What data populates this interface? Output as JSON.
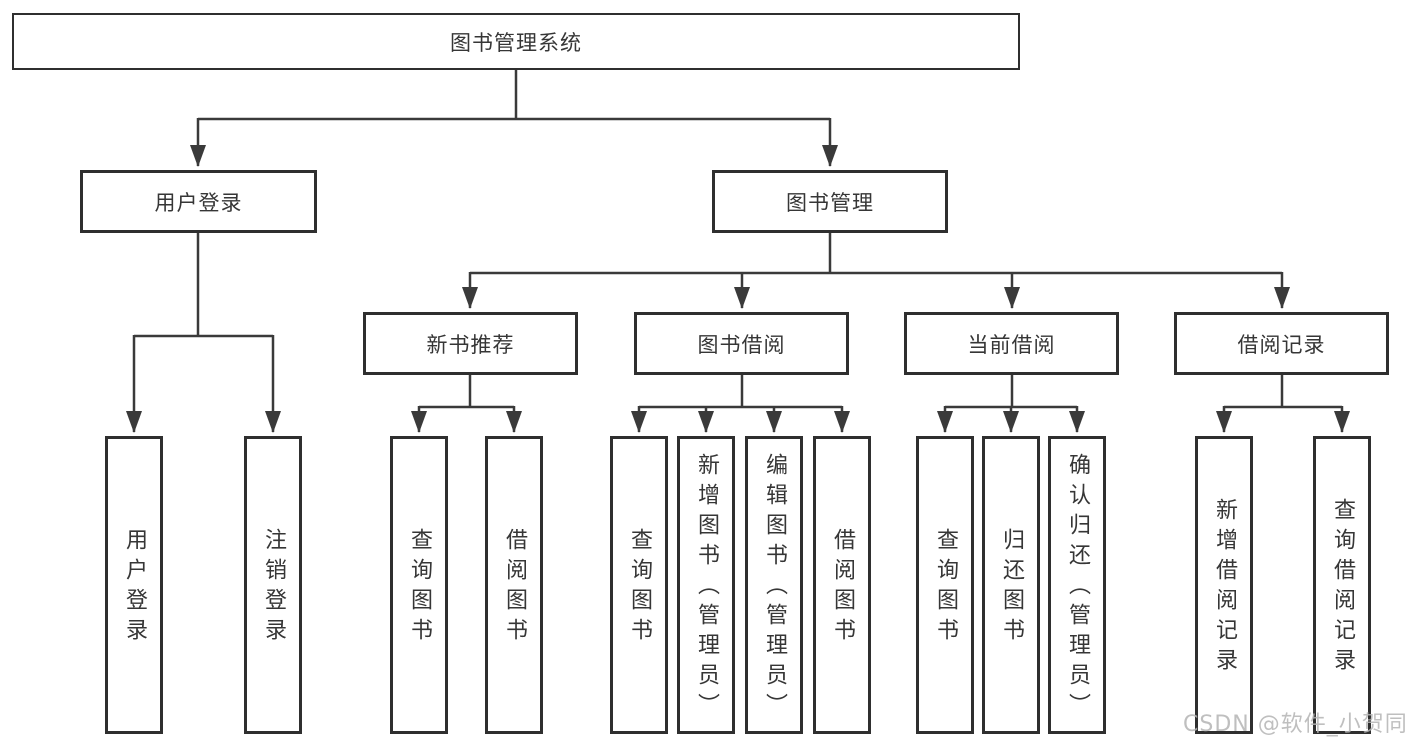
{
  "diagram": {
    "title_node": {
      "label": "图书管理系统"
    },
    "level2": [
      {
        "label": "用户登录"
      },
      {
        "label": "图书管理"
      }
    ],
    "level3": [
      {
        "label": "新书推荐",
        "parent": "图书管理"
      },
      {
        "label": "图书借阅",
        "parent": "图书管理"
      },
      {
        "label": "当前借阅",
        "parent": "图书管理"
      },
      {
        "label": "借阅记录",
        "parent": "图书管理"
      }
    ],
    "leaves": [
      {
        "label": "用户登录",
        "parent": "用户登录"
      },
      {
        "label": "注销登录",
        "parent": "用户登录"
      },
      {
        "label": "查询图书",
        "parent": "新书推荐"
      },
      {
        "label": "借阅图书",
        "parent": "新书推荐"
      },
      {
        "label": "查询图书",
        "parent": "图书借阅"
      },
      {
        "label": "新增图书（管理员）",
        "parent": "图书借阅"
      },
      {
        "label": "编辑图书（管理员）",
        "parent": "图书借阅"
      },
      {
        "label": "借阅图书",
        "parent": "图书借阅"
      },
      {
        "label": "查询图书",
        "parent": "当前借阅"
      },
      {
        "label": "归还图书",
        "parent": "当前借阅"
      },
      {
        "label": "确认归还（管理员）",
        "parent": "当前借阅"
      },
      {
        "label": "新增借阅记录",
        "parent": "借阅记录"
      },
      {
        "label": "查询借阅记录",
        "parent": "借阅记录"
      }
    ],
    "watermark": "CSDN @软件_小贺同学",
    "colors": {
      "background": "#ffffff",
      "line": "#3a3a3a",
      "box_border": "#2f2f2f",
      "text": "#363636",
      "watermark": "#b5b5b5"
    }
  }
}
